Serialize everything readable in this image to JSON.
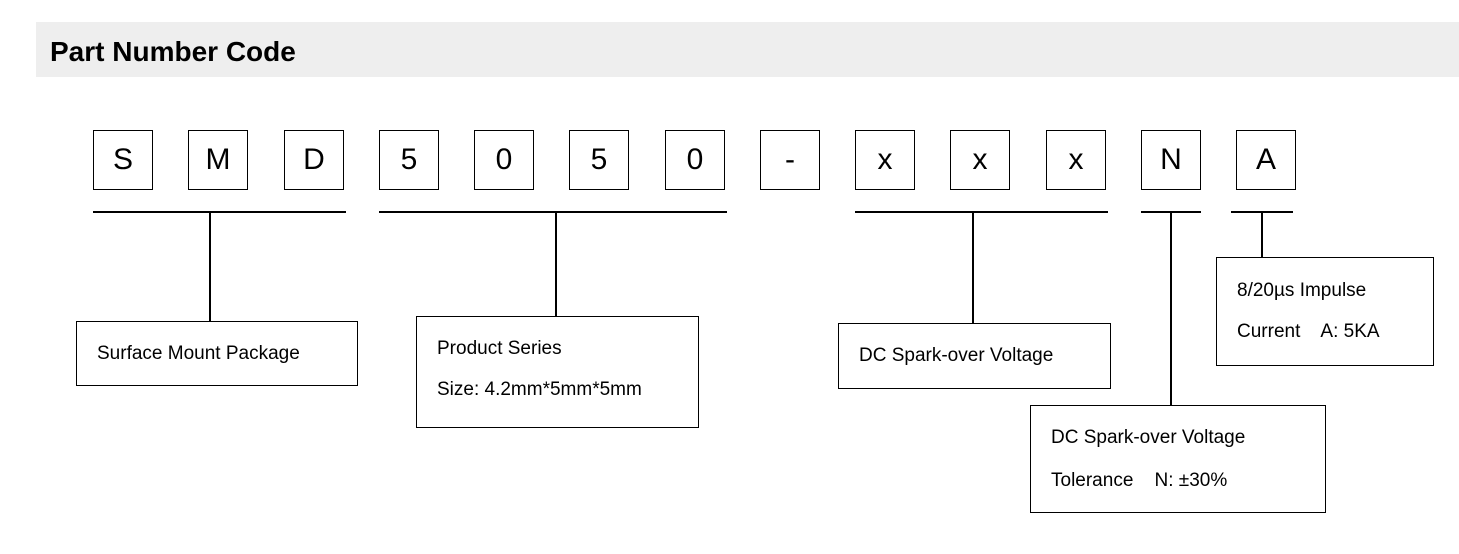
{
  "header": {
    "title": "Part Number Code"
  },
  "code": {
    "characters": [
      "S",
      "M",
      "D",
      "5",
      "0",
      "5",
      "0",
      "-",
      "x",
      "x",
      "x",
      "N",
      "A"
    ]
  },
  "descriptions": {
    "package": {
      "line1": "Surface Mount Package"
    },
    "series": {
      "line1": "Product Series",
      "line2": "Size: 4.2mm*5mm*5mm"
    },
    "voltage": {
      "line1": "DC Spark-over Voltage"
    },
    "tolerance": {
      "line1": "DC Spark-over Voltage",
      "line2": "Tolerance    N: ±30%"
    },
    "impulse": {
      "line1": "8/20µs Impulse",
      "line2": "Current    A: 5KA"
    }
  },
  "colors": {
    "header_background": "#eeeeee",
    "line": "#000000",
    "text": "#000000"
  }
}
